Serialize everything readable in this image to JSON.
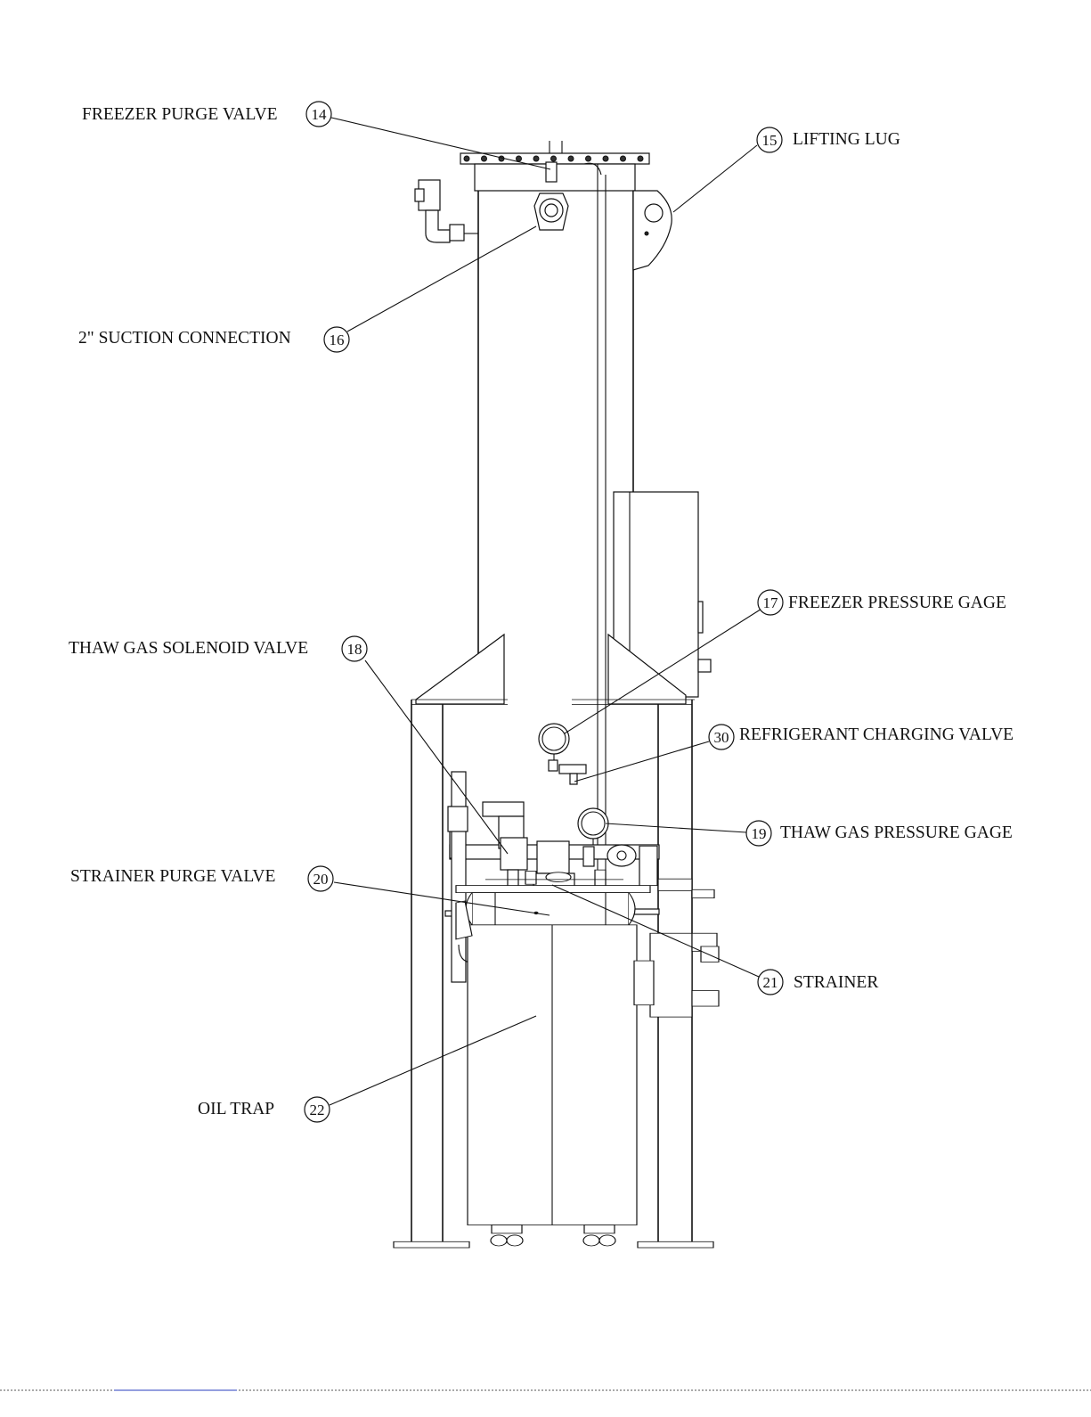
{
  "callouts": [
    {
      "id": "14",
      "text": "FREEZER PURGE VALVE"
    },
    {
      "id": "15",
      "text": "LIFTING LUG"
    },
    {
      "id": "16",
      "text": "2\" SUCTION CONNECTION"
    },
    {
      "id": "17",
      "text": "FREEZER PRESSURE GAGE"
    },
    {
      "id": "18",
      "text": "THAW GAS SOLENOID VALVE"
    },
    {
      "id": "30",
      "text": "REFRIGERANT CHARGING VALVE"
    },
    {
      "id": "19",
      "text": "THAW GAS PRESSURE GAGE"
    },
    {
      "id": "20",
      "text": "STRAINER PURGE VALVE"
    },
    {
      "id": "21",
      "text": "STRAINER"
    },
    {
      "id": "22",
      "text": "OIL TRAP"
    }
  ]
}
